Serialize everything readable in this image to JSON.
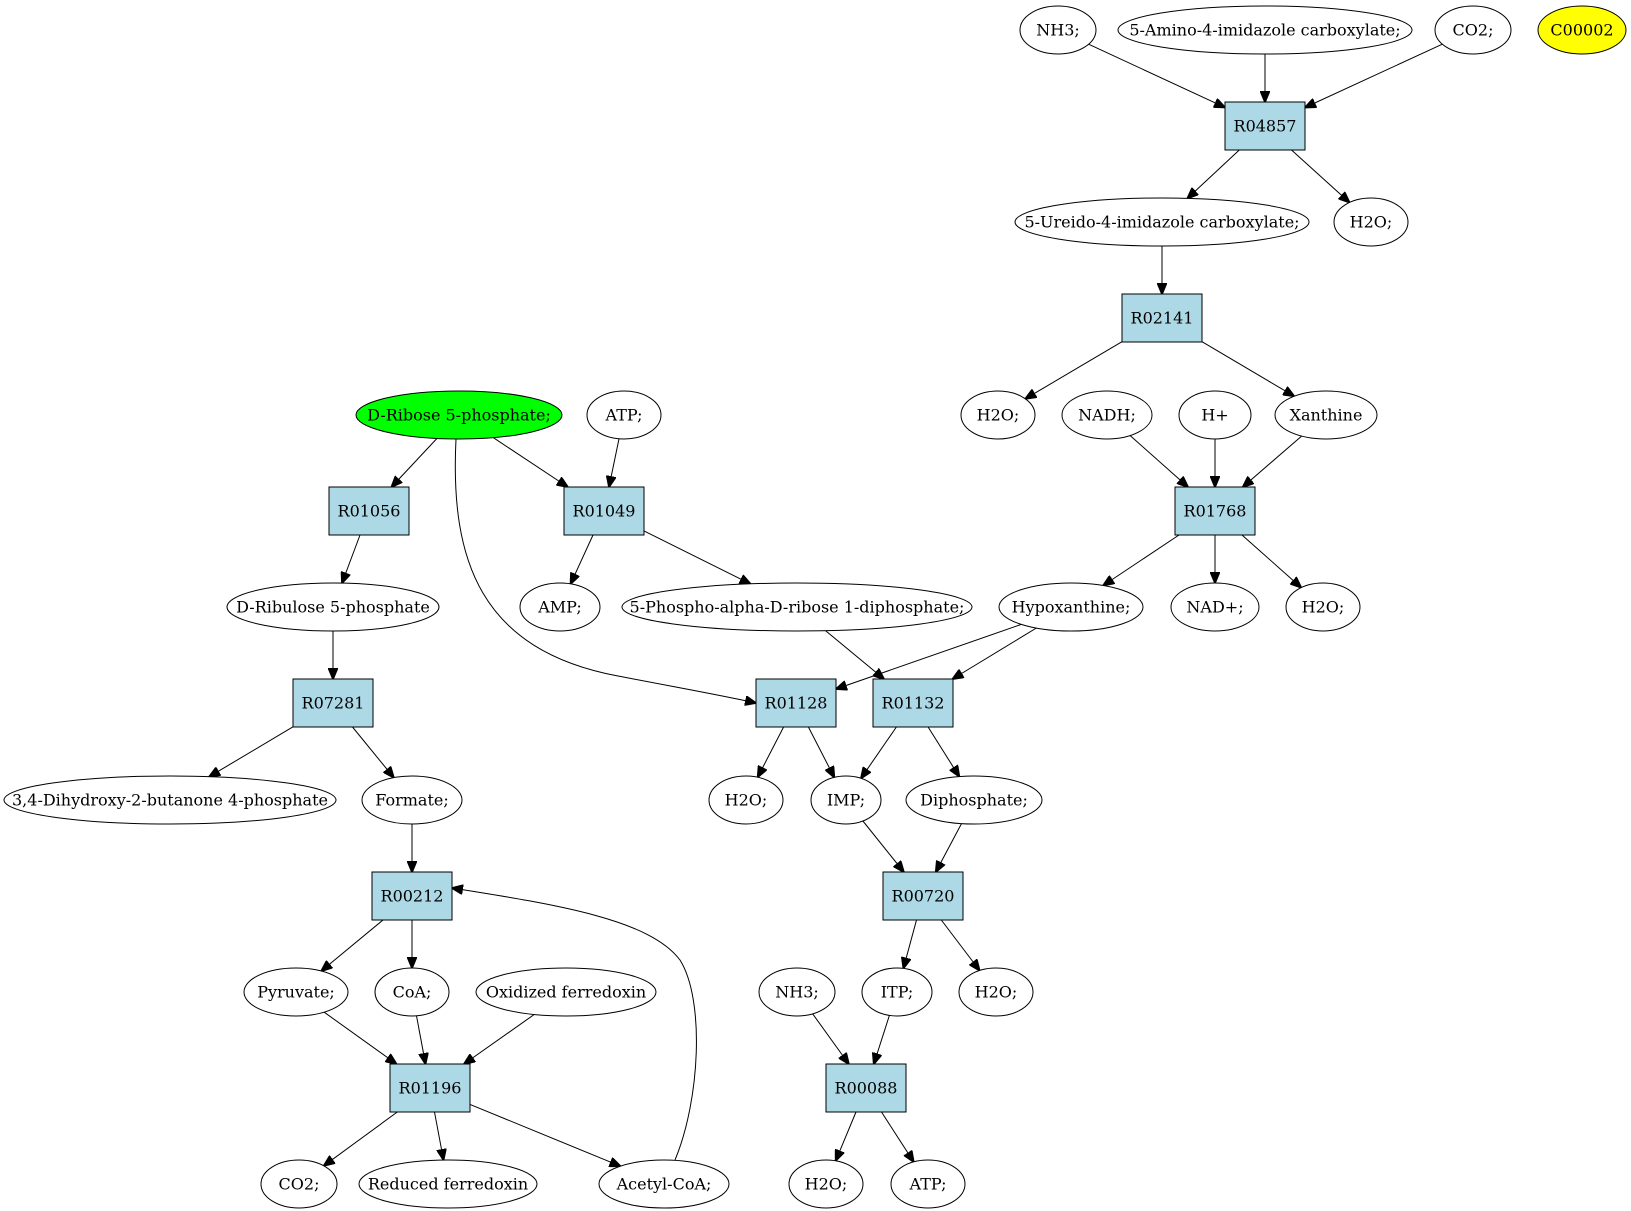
{
  "colors": {
    "compound_fill": "#ffffff",
    "reaction_fill": "#add8e6",
    "start_fill": "#00ff00",
    "highlight_fill": "#ffff00",
    "stroke": "#000000"
  },
  "nodes": {
    "nh3_a": "NH3;",
    "aica": "5-Amino-4-imidazole carboxylate;",
    "co2_a": "CO2;",
    "c00002": "C00002",
    "r04857": "R04857",
    "uica": "5-Ureido-4-imidazole carboxylate;",
    "h2o_a": "H2O;",
    "r02141": "R02141",
    "h2o_b": "H2O;",
    "nadh": "NADH;",
    "hplus": "H+",
    "xanthine": "Xanthine",
    "r01768": "R01768",
    "hypoxanthine": "Hypoxanthine;",
    "nadplus": "NAD+;",
    "h2o_c": "H2O;",
    "ribose5p": "D-Ribose 5-phosphate;",
    "atp_a": "ATP;",
    "r01056": "R01056",
    "r01049": "R01049",
    "ribulose5p": "D-Ribulose 5-phosphate",
    "amp": "AMP;",
    "prpp": "5-Phospho-alpha-D-ribose 1-diphosphate;",
    "r07281": "R07281",
    "r01128": "R01128",
    "r01132": "R01132",
    "dhbp": "3,4-Dihydroxy-2-butanone 4-phosphate",
    "formate": "Formate;",
    "h2o_d": "H2O;",
    "imp": "IMP;",
    "diphosphate": "Diphosphate;",
    "r00212": "R00212",
    "r00720": "R00720",
    "pyruvate": "Pyruvate;",
    "coa": "CoA;",
    "oxfd": "Oxidized ferredoxin",
    "nh3_b": "NH3;",
    "itp": "ITP;",
    "h2o_e": "H2O;",
    "r01196": "R01196",
    "r00088": "R00088",
    "co2_b": "CO2;",
    "redfd": "Reduced ferredoxin",
    "acetylcoa": "Acetyl-CoA;",
    "h2o_f": "H2O;",
    "atp_b": "ATP;"
  }
}
